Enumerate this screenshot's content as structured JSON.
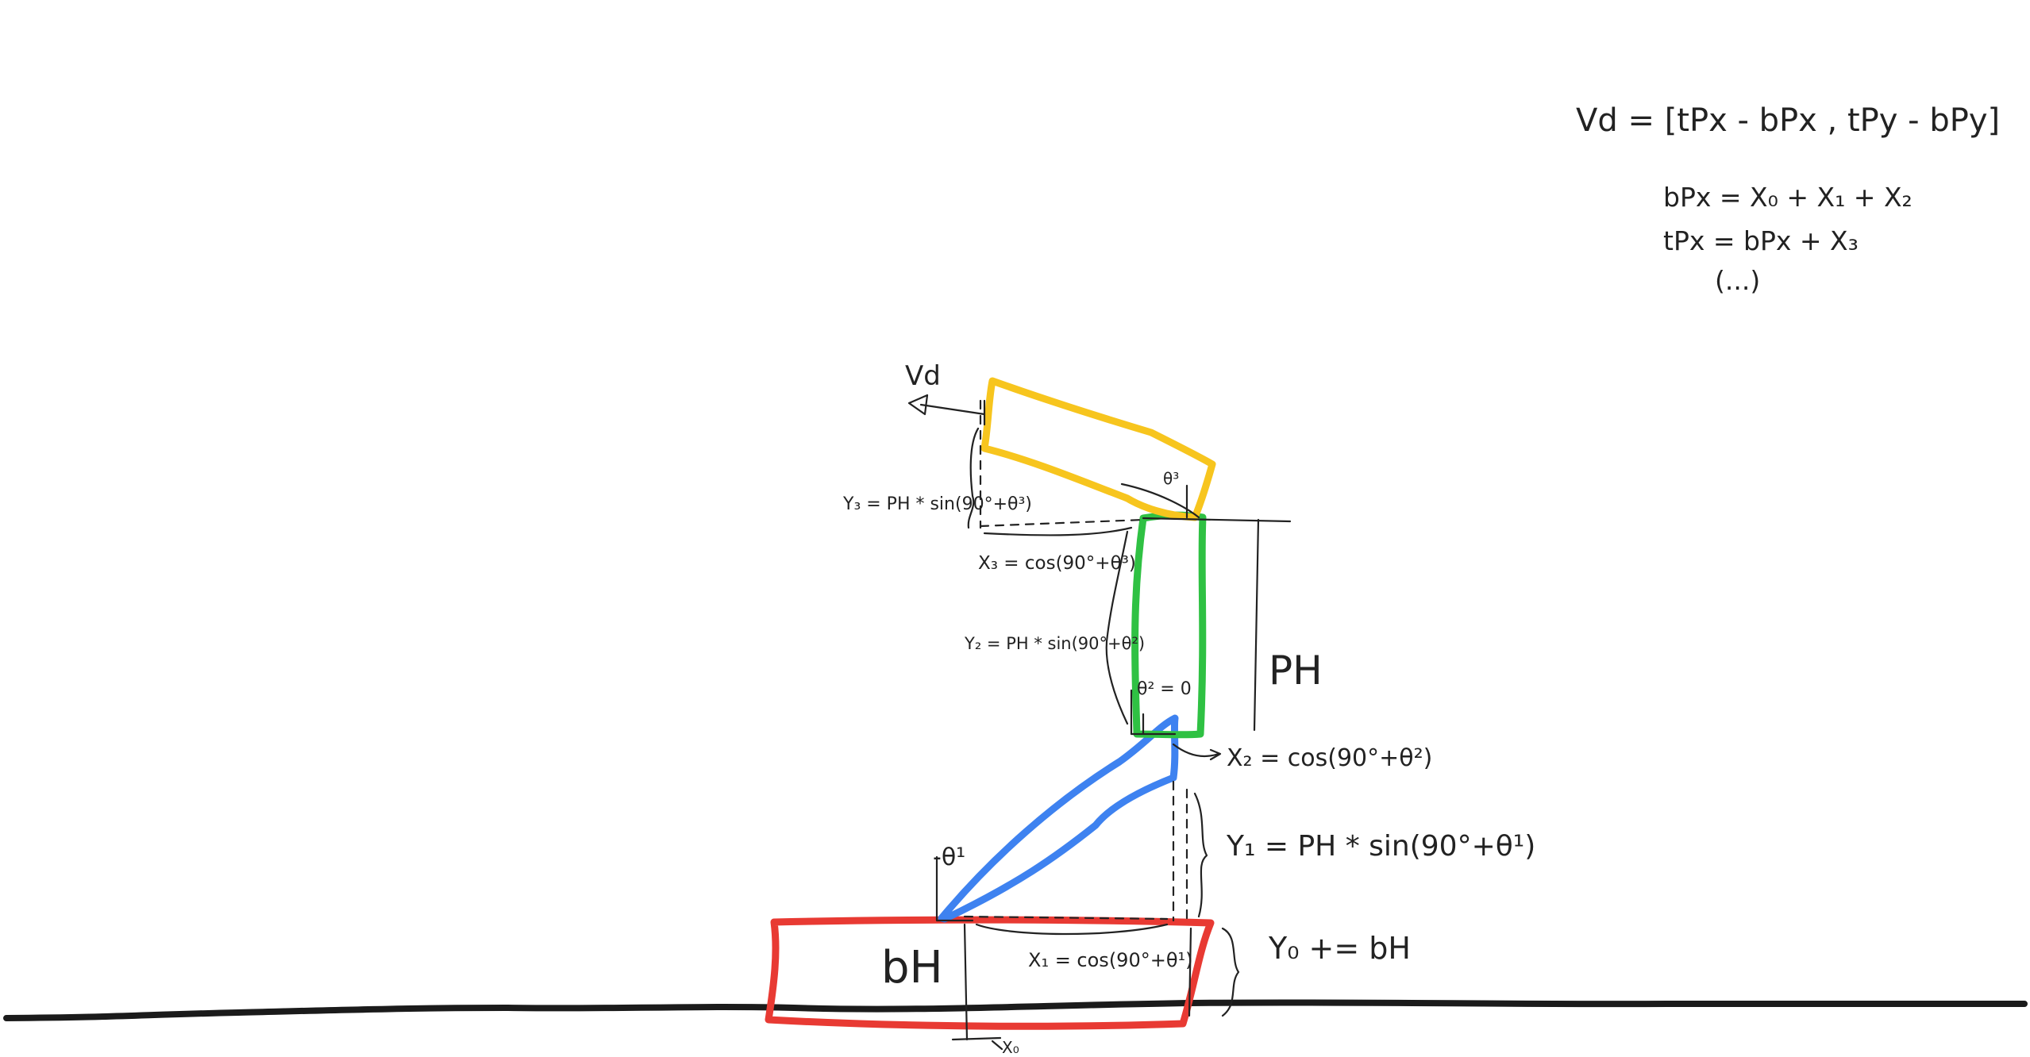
{
  "colors": {
    "ink": "#222222",
    "base": "#e83a33",
    "link1": "#3e82f0",
    "link2": "#2fc143",
    "head": "#f7c51e",
    "ground": "#1b1b1b"
  },
  "formulas": {
    "vd": "Vd = [tPx - bPx , tPy - bPy]",
    "bpx": "bPx = X₀ + X₁ + X₂",
    "tpx": "tPx = bPx + X₃",
    "etc": "(...)"
  },
  "labels": {
    "vd_arrow": "Vd",
    "y3": "Y₃ = PH * sin(90°+θ³)",
    "x3": "X₃ = cos(90°+θ³)",
    "y2": "Y₂ = PH * sin(90°+θ²)",
    "ph": "PH",
    "theta3": "θ³",
    "theta2": "θ² = 0",
    "x2": "X₂ = cos(90°+θ²)",
    "y1": "Y₁ = PH * sin(90°+θ¹)",
    "theta1": "-θ¹",
    "bh": "bH",
    "y0": "Y₀ += bH",
    "x1": "X₁ = cos(90°+θ¹)",
    "x0": "X₀"
  }
}
